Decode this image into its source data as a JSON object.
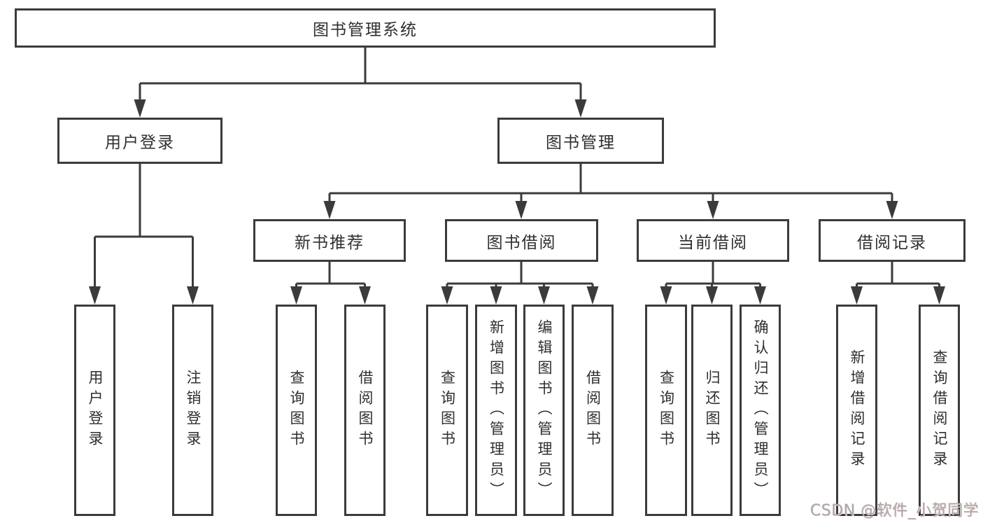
{
  "diagram": {
    "title_node": "图书管理系统",
    "level2": {
      "login": "用户登录",
      "management": "图书管理"
    },
    "level3": {
      "recommend": "新书推荐",
      "borrowing": "图书借阅",
      "current": "当前借阅",
      "records": "借阅记录"
    },
    "leaves": {
      "user_login": "用户登录",
      "logout": "注销登录",
      "recommend_query": "查询图书",
      "recommend_borrow": "借阅图书",
      "borrow_query": "查询图书",
      "borrow_add": "新增图书（管理员）",
      "borrow_edit": "编辑图书（管理员）",
      "borrow_borrow": "借阅图书",
      "current_query": "查询图书",
      "current_return": "归还图书",
      "current_confirm": "确认归还（管理员）",
      "records_add": "新增借阅记录",
      "records_query": "查询借阅记录"
    }
  },
  "watermark": {
    "text": "CSDN @软件_小贺同学"
  },
  "colors": {
    "line": "#3b3b3b",
    "text": "#2f2f2f",
    "background": "#ffffff",
    "watermark_text": "#a8a8a8",
    "watermark_shadow": "#eecaca"
  }
}
